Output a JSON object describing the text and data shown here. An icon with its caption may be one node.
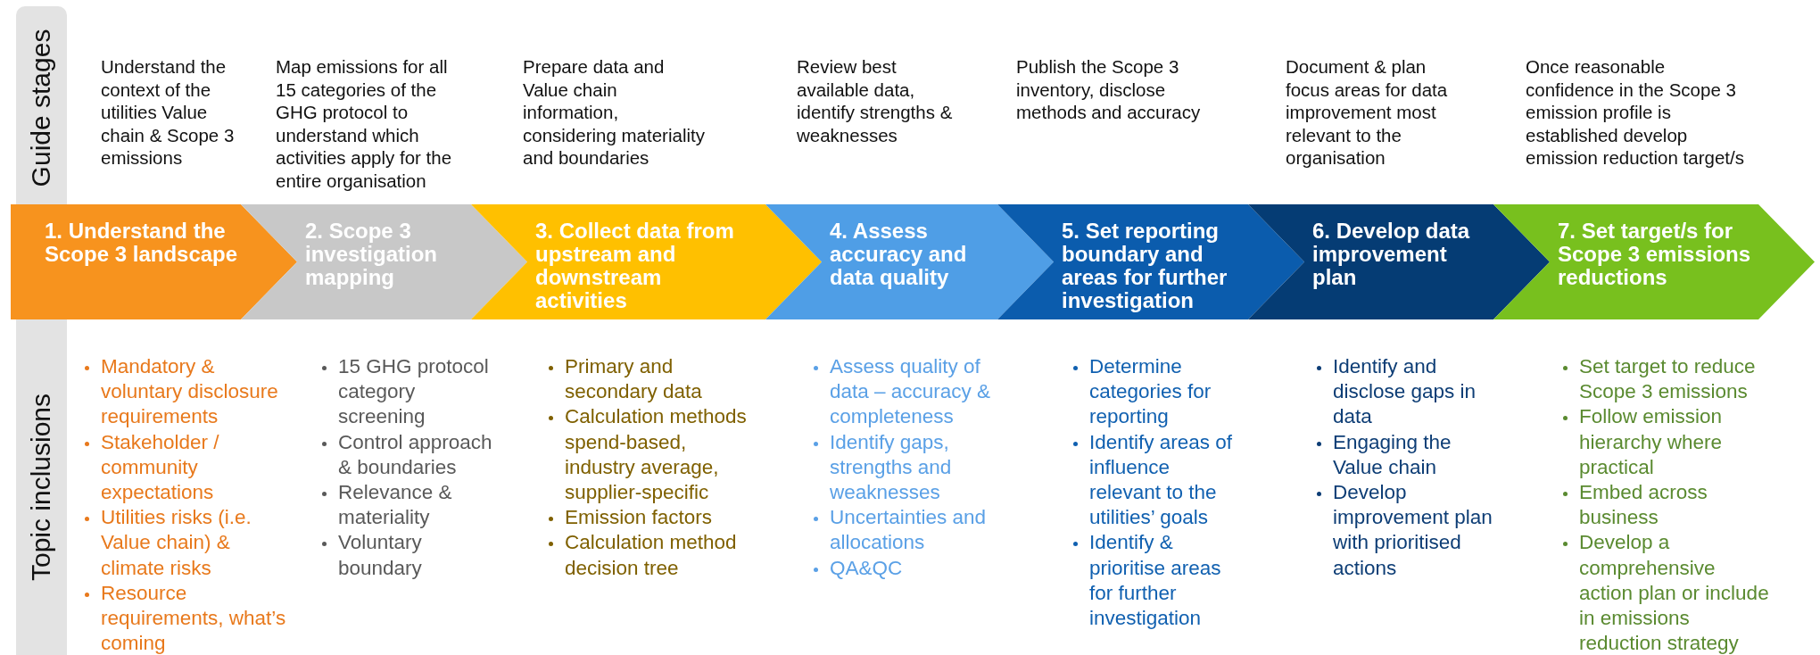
{
  "diagram": {
    "nodes": [
      {
        "text": [
          "Guide stages"
        ]
      },
      {
        "text": [
          "1. Understand the Scope 3 landscape"
        ]
      },
      {
        "text": [
          "2. Scope 3 investigation mapping"
        ]
      },
      {
        "text": [
          "3. Collect data from upstream and downstream activities"
        ]
      },
      {
        "text": [
          "4. Assess accuracy and data quality"
        ]
      },
      {
        "text": [
          "5. Set reporting boundary and areas for further investigation"
        ]
      },
      {
        "text": [
          "6. Develop data improvement plan"
        ]
      },
      {
        "text": [
          "7. Set target/s for Scope 3 emissions reductions"
        ]
      },
      {
        "text": [
          "Topic inclusions"
        ]
      }
    ],
    "labels": [
      "Understand the context of the utilities Value chain & Scope 3 emissions",
      "Map emissions for all 15 categories of the GHG protocol to understand which activities apply for the entire organisation",
      "Prepare data and Value chain information, considering materiality and boundaries",
      "Review best available data, identify strengths & weaknesses",
      "Publish the Scope 3 inventory, disclose methods and accuracy",
      "Document & plan focus areas for data improvement most relevant to the organisation",
      "Once reasonable confidence in the Scope 3 emission profile is established develop emission reduction target/s",
      "Mandatory & voluntary disclosure requirements",
      "Stakeholder / community expectations",
      "Utilities risks (i.e. Value chain) & climate risks",
      "Resource requirements, what’s coming",
      "15 GHG protocol category screening",
      "Control approach & boundaries",
      "Relevance & materiality",
      "Voluntary boundary",
      "Primary and secondary data",
      "Calculation methods spend-based, industry average, supplier-specific",
      "Emission factors",
      "Calculation method decision tree",
      "Assess quality of data – accuracy & completeness",
      "Identify gaps, strengths and weaknesses",
      "Uncertainties and allocations",
      "QA&QC",
      "Determine categories for reporting",
      "Identify areas of influence relevant to the utilities’ goals",
      "Identify & prioritise areas for further investigation",
      "Identify and disclose gaps in data",
      "Engaging the Value chain",
      "Develop improvement plan with prioritised actions",
      "Set target to reduce Scope 3 emissions",
      "Follow emission hierarchy where practical",
      "Embed across business",
      "Develop a comprehensive action plan or include in emissions reduction strategy"
    ]
  }
}
